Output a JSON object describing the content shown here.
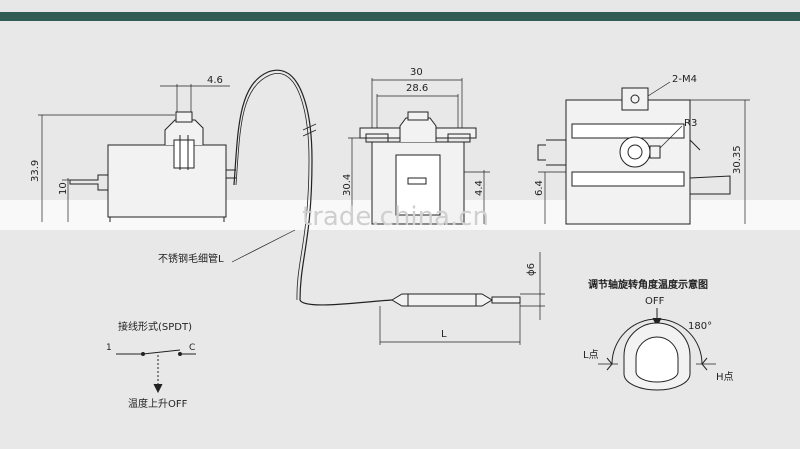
{
  "watermark": "trade.china.cn",
  "dims": {
    "d_4_6": "4.6",
    "d_33_9": "33.9",
    "d_10": "10",
    "d_30": "30",
    "d_28_6": "28.6",
    "d_30_4": "30.4",
    "d_4_4": "4.4",
    "d_6_4": "6.4",
    "d_30_35": "30.35",
    "d_2_m4": "2-M4",
    "d_r3": "R3",
    "d_phi6": "ϕ6",
    "d_L": "L"
  },
  "labels": {
    "capillary": "不锈钢毛细管L",
    "wiring_title": "接线形式(SPDT)",
    "wiring_1": "1",
    "wiring_c": "C",
    "temp_rise": "温度上升OFF",
    "rotation_title": "调节轴旋转角度温度示意图",
    "off": "OFF",
    "angle": "180°",
    "l_point": "L点",
    "h_point": "H点"
  },
  "colors": {
    "stripe": "#2f5d56",
    "background": "#e8e8e8",
    "line": "#222222"
  }
}
